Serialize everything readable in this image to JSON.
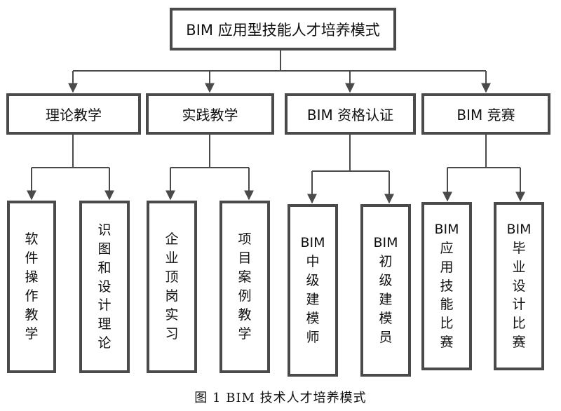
{
  "root": {
    "label": "BIM 应用型技能人才培养模式"
  },
  "categories": [
    {
      "label": "理论教学"
    },
    {
      "label": "实践教学"
    },
    {
      "label": "BIM 资格认证"
    },
    {
      "label": "BIM 竞赛"
    }
  ],
  "leaves": [
    {
      "label": "软\n件\n操\n作\n教\n学"
    },
    {
      "label": "识\n图\n和\n设\n计\n理\n论"
    },
    {
      "label": "企\n业\n顶\n岗\n实\n习"
    },
    {
      "label": "项\n目\n案\n例\n教\n学"
    },
    {
      "label": "BIM\n中\n级\n建\n模\n师"
    },
    {
      "label": "BIM\n初\n级\n建\n模\n员"
    },
    {
      "label": "BIM\n应\n用\n技\n能\n比\n赛"
    },
    {
      "label": "BIM\n毕\n业\n设\n计\n比\n赛"
    }
  ],
  "caption": "图 1 BIM 技术人才培养模式"
}
